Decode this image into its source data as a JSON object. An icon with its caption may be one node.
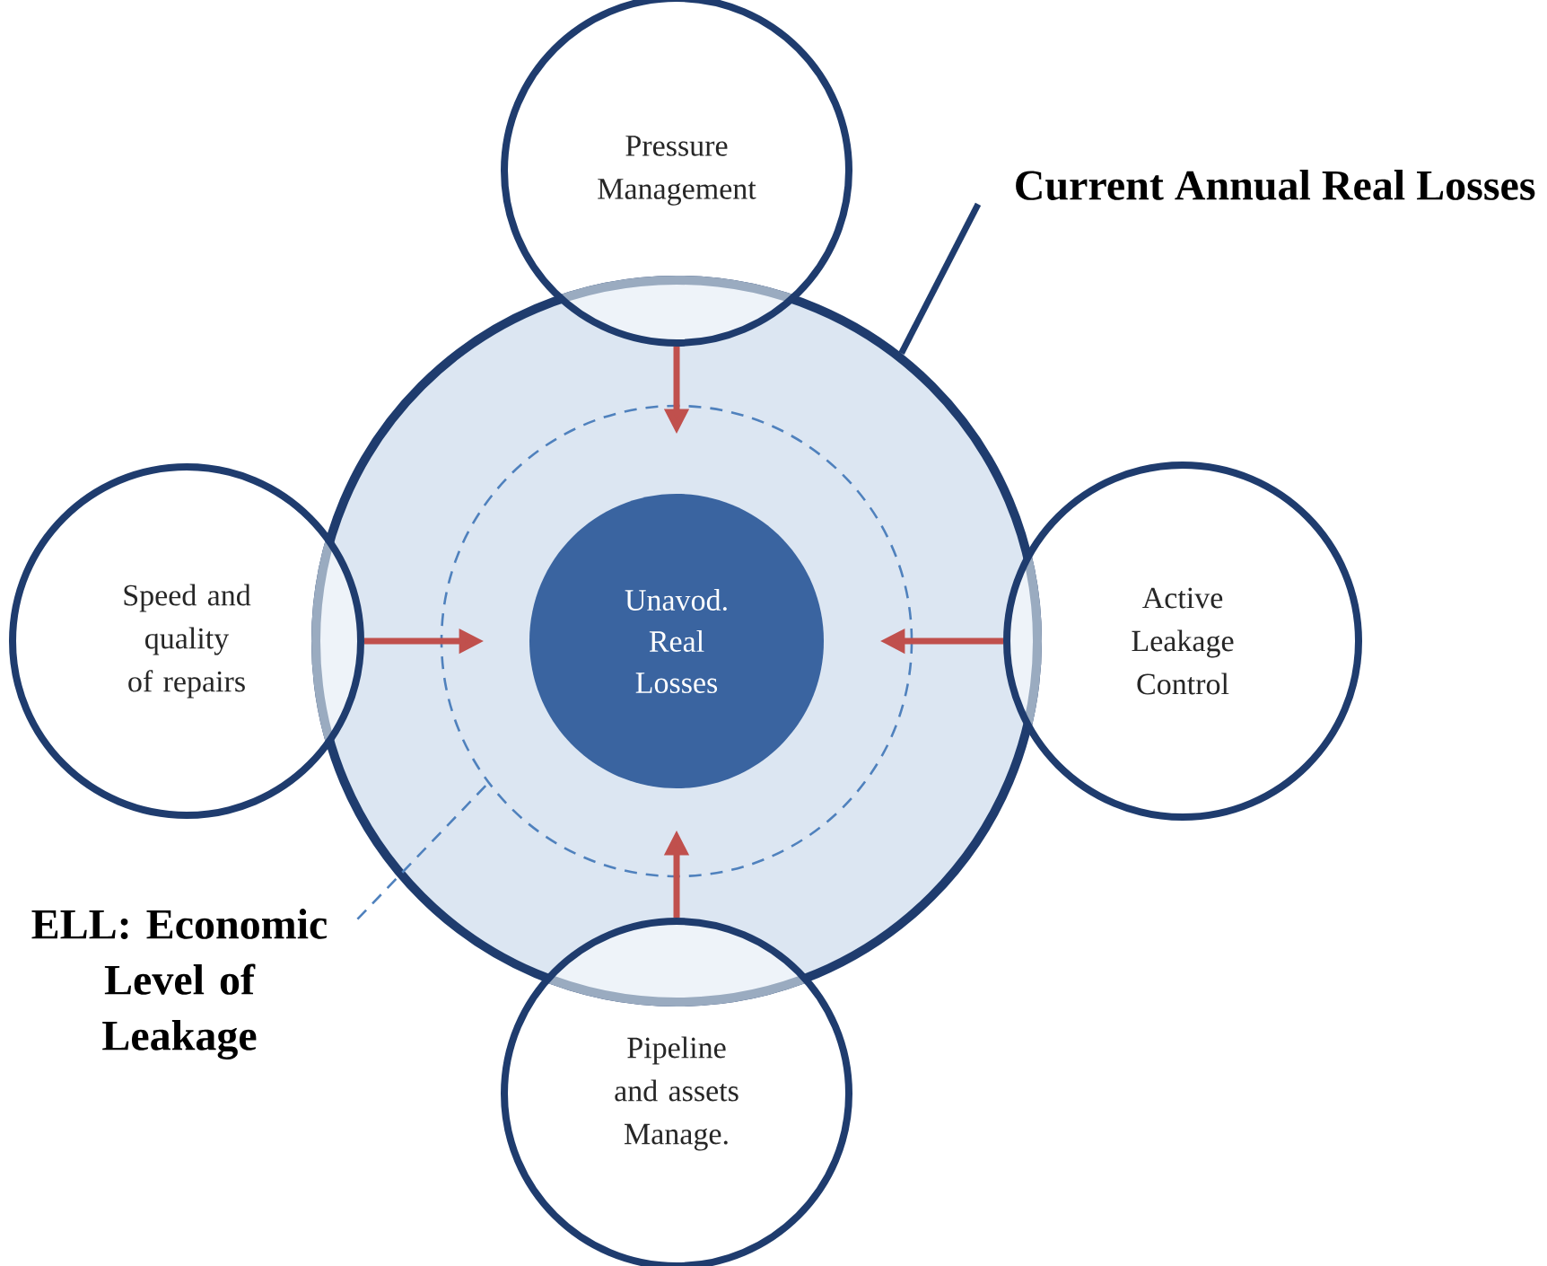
{
  "diagram": {
    "nodes": [
      {
        "text": [
          "Pressure Management"
        ]
      },
      {
        "text": [
          "Current Annual Real Losses"
        ]
      },
      {
        "text": [],
        "shape": "circle"
      },
      {
        "text": [],
        "shape": "circle",
        "in": 2
      },
      {
        "text": [
          "Unavod. Real Losses"
        ],
        "in": 3
      },
      {
        "text": [
          "Speed and quality of repairs"
        ]
      },
      {
        "text": [
          "Active Leakage Control"
        ]
      },
      {
        "text": [
          "ELL: Economic Level of Leakage"
        ]
      },
      {
        "text": [
          "Pipeline and assets Manage."
        ]
      }
    ],
    "edges": [
      {
        "from": 0,
        "to": 4,
        "arrow": "to",
        "color": "#c0504d"
      },
      {
        "from": 5,
        "to": 4,
        "arrow": "to",
        "color": "#c0504d"
      },
      {
        "from": 6,
        "to": 4,
        "arrow": "to",
        "color": "#c0504d"
      },
      {
        "from": 8,
        "to": 4,
        "arrow": "to",
        "color": "#c0504d"
      },
      {
        "from": 1,
        "to": 2,
        "arrow": "none",
        "color": "#1f3c6e"
      },
      {
        "from": 7,
        "to": 3,
        "arrow": "none",
        "style": "dashed",
        "color": "#4f81bd"
      }
    ]
  }
}
